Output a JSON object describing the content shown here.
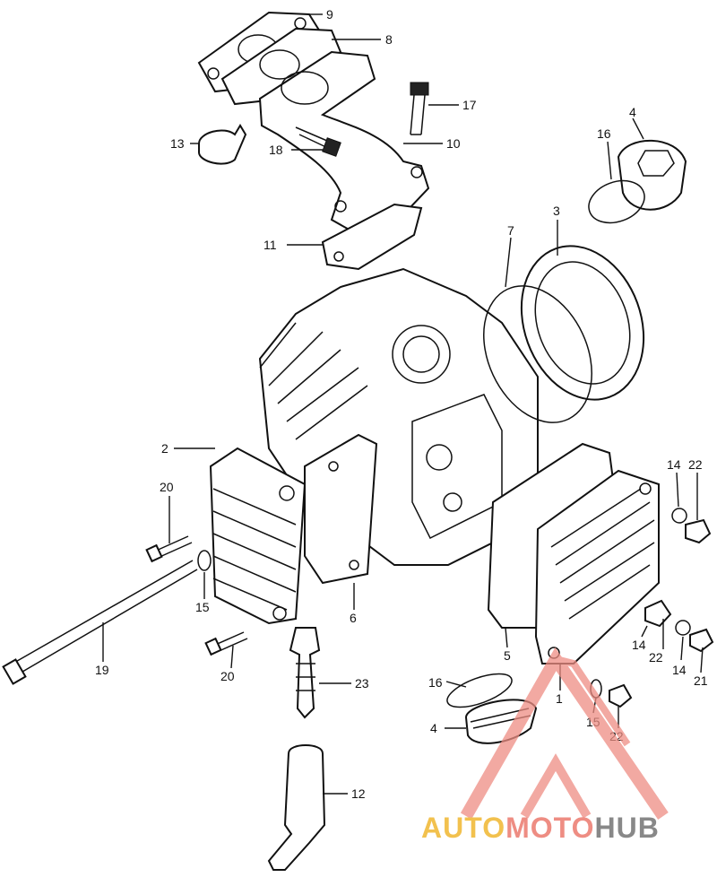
{
  "diagram": {
    "callouts": [
      {
        "id": "c9",
        "text": "9"
      },
      {
        "id": "c8",
        "text": "8"
      },
      {
        "id": "c17",
        "text": "17"
      },
      {
        "id": "c13",
        "text": "13"
      },
      {
        "id": "c18",
        "text": "18"
      },
      {
        "id": "c10",
        "text": "10"
      },
      {
        "id": "c4a",
        "text": "4"
      },
      {
        "id": "c16a",
        "text": "16"
      },
      {
        "id": "c3",
        "text": "3"
      },
      {
        "id": "c7",
        "text": "7"
      },
      {
        "id": "c11",
        "text": "11"
      },
      {
        "id": "c2",
        "text": "2"
      },
      {
        "id": "c20a",
        "text": "20"
      },
      {
        "id": "c14a",
        "text": "14"
      },
      {
        "id": "c22a",
        "text": "22"
      },
      {
        "id": "c15a",
        "text": "15"
      },
      {
        "id": "c6",
        "text": "6"
      },
      {
        "id": "c5",
        "text": "5"
      },
      {
        "id": "c14b",
        "text": "14"
      },
      {
        "id": "c22b",
        "text": "22"
      },
      {
        "id": "c14c",
        "text": "14"
      },
      {
        "id": "c21",
        "text": "21"
      },
      {
        "id": "c19",
        "text": "19"
      },
      {
        "id": "c20b",
        "text": "20"
      },
      {
        "id": "c23",
        "text": "23"
      },
      {
        "id": "c16b",
        "text": "16"
      },
      {
        "id": "c1",
        "text": "1"
      },
      {
        "id": "c4b",
        "text": "4"
      },
      {
        "id": "c15b",
        "text": "15"
      },
      {
        "id": "c22c",
        "text": "22"
      },
      {
        "id": "c12",
        "text": "12"
      }
    ]
  },
  "watermark": {
    "part1": "AUTO",
    "part2": "MOTO",
    "part3": "HUB",
    "colors": {
      "yellow": "#f2c14e",
      "salmon": "#ee8d83",
      "gray": "#888888"
    }
  }
}
